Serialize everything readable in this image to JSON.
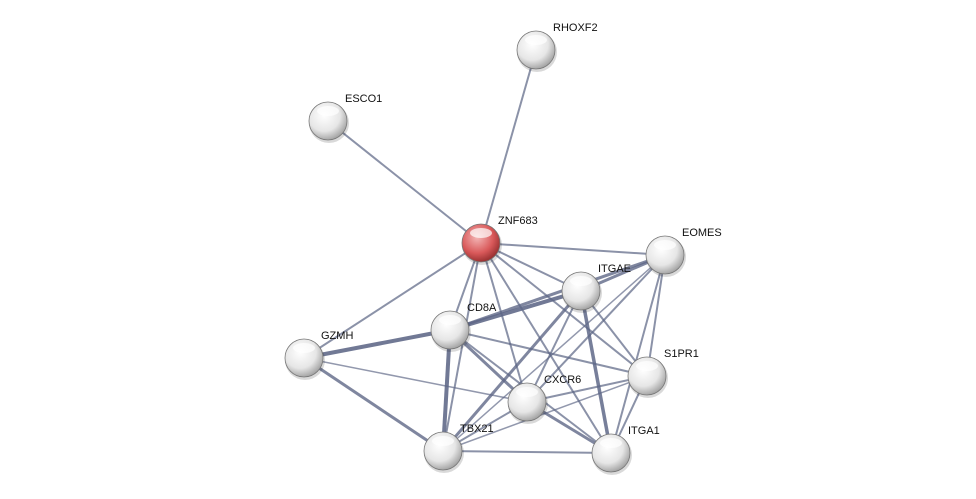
{
  "network": {
    "query_color": "#d9595a",
    "node_color": "#e8e8e8",
    "edge_color": "#5c6585",
    "nodes": [
      {
        "id": "RHOXF2",
        "label": "RHOXF2",
        "query": false
      },
      {
        "id": "ESCO1",
        "label": "ESCO1",
        "query": false
      },
      {
        "id": "ZNF683",
        "label": "ZNF683",
        "query": true
      },
      {
        "id": "EOMES",
        "label": "EOMES",
        "query": false
      },
      {
        "id": "ITGAE",
        "label": "ITGAE",
        "query": false
      },
      {
        "id": "CD8A",
        "label": "CD8A",
        "query": false
      },
      {
        "id": "GZMH",
        "label": "GZMH",
        "query": false
      },
      {
        "id": "S1PR1",
        "label": "S1PR1",
        "query": false
      },
      {
        "id": "CXCR6",
        "label": "CXCR6",
        "query": false
      },
      {
        "id": "TBX21",
        "label": "TBX21",
        "query": false
      },
      {
        "id": "ITGA1",
        "label": "ITGA1",
        "query": false
      }
    ],
    "edges": [
      [
        "ZNF683",
        "RHOXF2",
        2
      ],
      [
        "ZNF683",
        "ESCO1",
        2
      ],
      [
        "ZNF683",
        "EOMES",
        2
      ],
      [
        "ZNF683",
        "GZMH",
        2
      ],
      [
        "ZNF683",
        "CD8A",
        2
      ],
      [
        "ZNF683",
        "TBX21",
        2
      ],
      [
        "ZNF683",
        "CXCR6",
        2
      ],
      [
        "ZNF683",
        "ITGAE",
        2
      ],
      [
        "ZNF683",
        "S1PR1",
        2
      ],
      [
        "ZNF683",
        "ITGA1",
        2
      ],
      [
        "CD8A",
        "GZMH",
        4
      ],
      [
        "CD8A",
        "ITGAE",
        4
      ],
      [
        "CD8A",
        "EOMES",
        3
      ],
      [
        "CD8A",
        "TBX21",
        4
      ],
      [
        "CD8A",
        "CXCR6",
        3
      ],
      [
        "CD8A",
        "S1PR1",
        2
      ],
      [
        "CD8A",
        "ITGA1",
        2
      ],
      [
        "GZMH",
        "TBX21",
        3
      ],
      [
        "GZMH",
        "CXCR6",
        1.5
      ],
      [
        "ITGAE",
        "EOMES",
        3
      ],
      [
        "ITGAE",
        "TBX21",
        3
      ],
      [
        "ITGAE",
        "CXCR6",
        2
      ],
      [
        "ITGAE",
        "ITGA1",
        3.5
      ],
      [
        "ITGAE",
        "S1PR1",
        2
      ],
      [
        "EOMES",
        "S1PR1",
        2
      ],
      [
        "EOMES",
        "ITGA1",
        2
      ],
      [
        "EOMES",
        "CXCR6",
        2
      ],
      [
        "EOMES",
        "TBX21",
        1.5
      ],
      [
        "CXCR6",
        "S1PR1",
        2
      ],
      [
        "CXCR6",
        "ITGA1",
        3
      ],
      [
        "CXCR6",
        "TBX21",
        2
      ],
      [
        "TBX21",
        "ITGA1",
        2
      ],
      [
        "TBX21",
        "S1PR1",
        1.5
      ],
      [
        "S1PR1",
        "ITGA1",
        2
      ]
    ]
  }
}
